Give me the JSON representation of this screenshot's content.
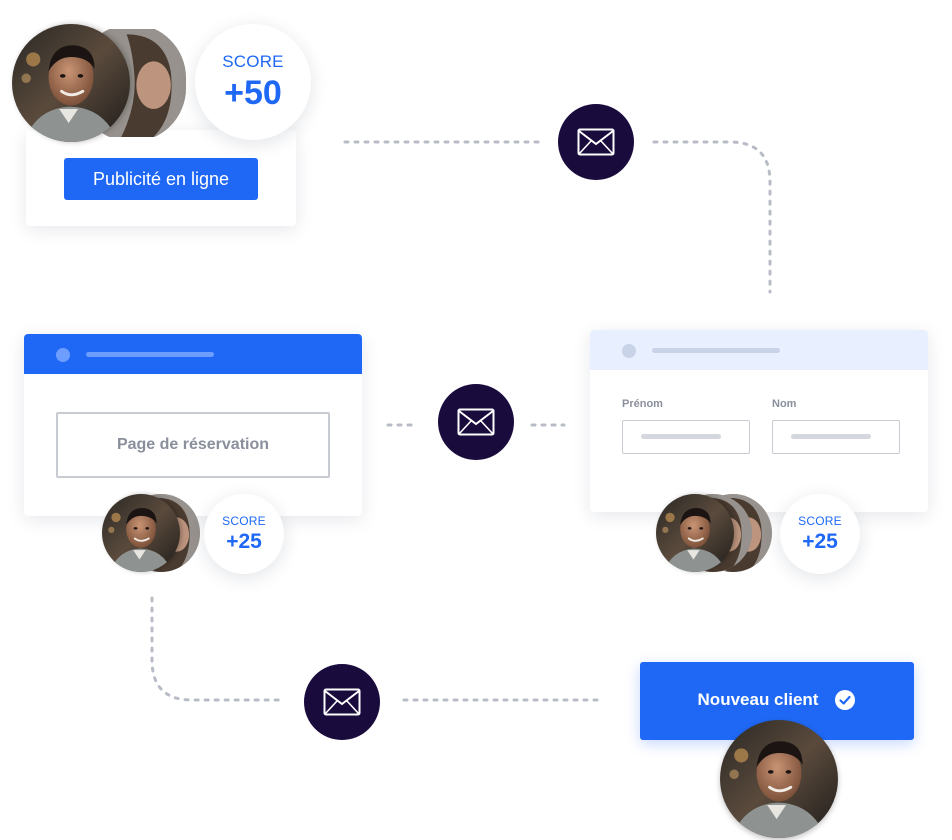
{
  "ad_card": {
    "score_label": "SCORE",
    "score_value": "+50",
    "button_label": "Publicité en ligne"
  },
  "booking_card": {
    "page_label": "Page de réservation",
    "score_label": "SCORE",
    "score_value": "+25"
  },
  "form_card": {
    "first_name_label": "Prénom",
    "last_name_label": "Nom",
    "score_label": "SCORE",
    "score_value": "+25"
  },
  "new_client": {
    "label": "Nouveau client"
  },
  "colors": {
    "accent": "#1f68f5",
    "mail_circle": "#1a0b3d",
    "form_header": "#e8efff",
    "connector": "#b8bcc6"
  },
  "icons": [
    "envelope-icon",
    "check-circle-icon",
    "avatar"
  ]
}
